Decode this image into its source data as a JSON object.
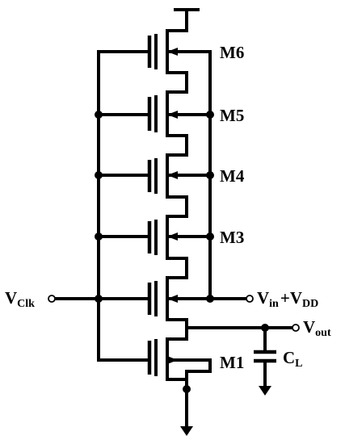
{
  "labels": {
    "m6": "M6",
    "m5": "M5",
    "m4": "M4",
    "m3": "M3",
    "m1": "M1",
    "vclk_main": "V",
    "vclk_sub": "Clk",
    "vin_main": "V",
    "vin_sub": "in",
    "vdd_prefix": "+V",
    "vdd_sub": "DD",
    "vout_main": "V",
    "vout_sub": "out",
    "cl_main": "C",
    "cl_sub": "L"
  }
}
